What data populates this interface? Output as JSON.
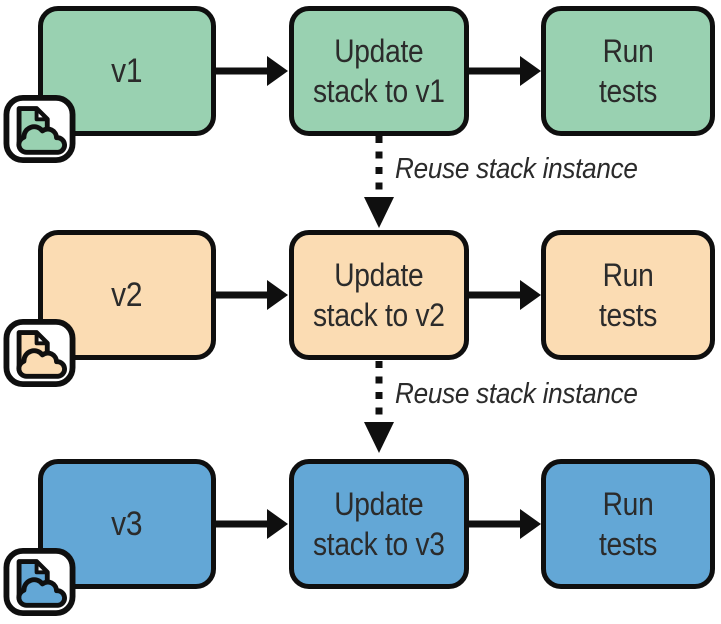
{
  "diagram": {
    "background": "#ffffff",
    "border_color": "#0f0f0f",
    "text_color": "#2b2b2b"
  },
  "rows": [
    {
      "version": "v1",
      "update": "Update\nstack to v1",
      "run": "Run\ntests",
      "color": "#99d1b1"
    },
    {
      "version": "v2",
      "update": "Update\nstack to v2",
      "run": "Run\ntests",
      "color": "#fbdcb3"
    },
    {
      "version": "v3",
      "update": "Update\nstack to v3",
      "run": "Run\ntests",
      "color": "#63a7d6"
    }
  ],
  "connectors": [
    {
      "label": "Reuse stack instance"
    },
    {
      "label": "Reuse stack instance"
    }
  ]
}
